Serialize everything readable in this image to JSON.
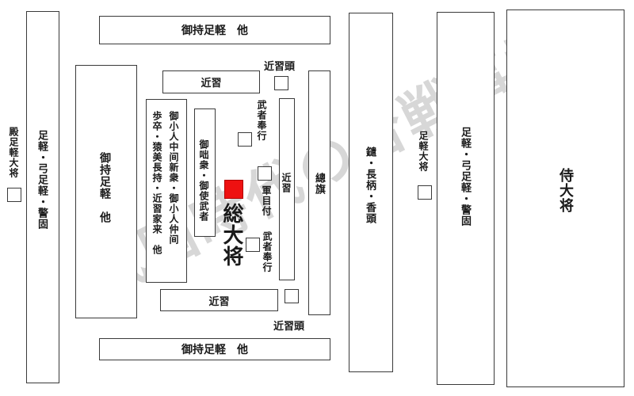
{
  "watermark": "戦国時代の合戦事情",
  "top_guard": "御持足軽　他",
  "bottom_guard": "御持足軽　他",
  "kinju_top": "近習",
  "kinju_bottom": "近習",
  "kinju_right": "近習",
  "kinju_head_top": "近習頭",
  "kinju_head_bottom": "近習頭",
  "left_outer": "足軽・弓足軽・警固",
  "rear_guard": "殿足軽大将",
  "left_holders": "御持足軽　他",
  "attendants_col1": "御小人中间新衆・御小人仲间",
  "attendants_col2": "歩卒・猿美長持・近習家来　他",
  "servants": "御咄衆・御使武者",
  "magistrate_top": "武者奉行",
  "magistrate_bottom": "武者奉行",
  "inspector": "軍目付",
  "commander": "総大将",
  "commander_color": "#ee1111",
  "banner": "總旗",
  "spear": "鑓・長柄・香頭",
  "ashigaru_captain": "足軽大将",
  "right_outer": "足軽・弓足軽・警固",
  "samurai_captain": "侍大将"
}
